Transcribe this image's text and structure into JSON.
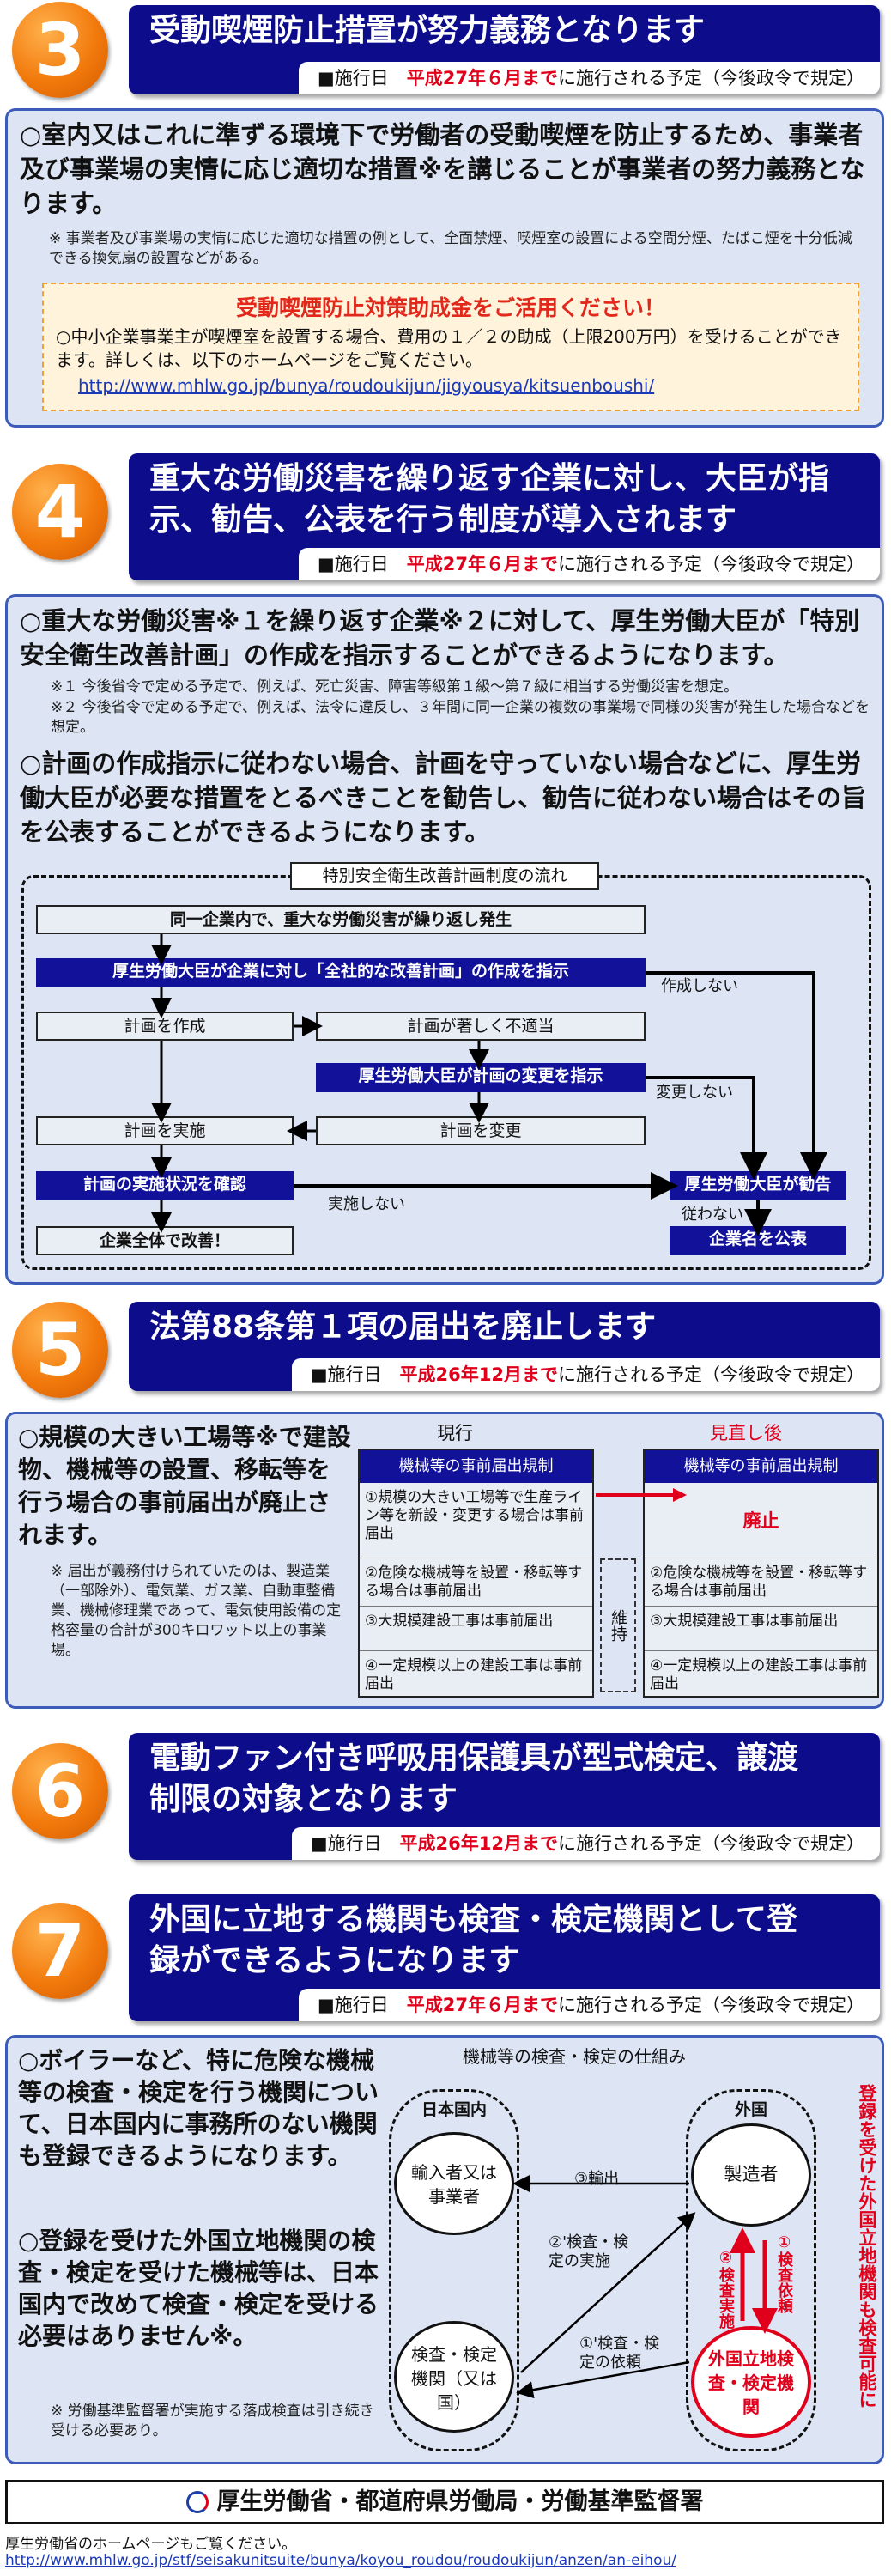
{
  "sec3": {
    "num": "3",
    "title": "受動喫煙防止措置が努力義務となります",
    "sched_pre": "■施行日",
    "sched_date": "平成27年６月まで",
    "sched_post": "に施行される予定（今後政令で規定）",
    "body": "○室内又はこれに準ずる環境下で労働者の受動喫煙を防止するため、事業者及び事業場の実情に応じ適切な措置※を講じることが事業者の努力義務となります。",
    "note": "※ 事業者及び事業場の実情に応じた適切な措置の例として、全面禁煙、喫煙室の設置による空間分煙、たばこ煙を十分低減できる換気扇の設置などがある。",
    "subsidy_title": "受動喫煙防止対策助成金をご活用ください！",
    "subsidy_body": "○中小企業事業主が喫煙室を設置する場合、費用の１／２の助成（上限200万円）を受けることができます。詳しくは、以下のホームページをご覧ください。",
    "subsidy_url": "http://www.mhlw.go.jp/bunya/roudoukijun/jigyousya/kitsuenboushi/"
  },
  "sec4": {
    "num": "4",
    "title": "重大な労働災害を繰り返す企業に対し、大臣が指示、勧告、公表を行う制度が導入されます",
    "sched_pre": "■施行日",
    "sched_date": "平成27年６月まで",
    "sched_post": "に施行される予定（今後政令で規定）",
    "body1": "○重大な労働災害※１を繰り返す企業※２に対して、厚生労働大臣が「特別安全衛生改善計画」の作成を指示することができるようになります。",
    "note1": "※１ 今後省令で定める予定で、例えば、死亡災害、障害等級第１級～第７級に相当する労働災害を想定。",
    "note2": "※２ 今後省令で定める予定で、例えば、法令に違反し、３年間に同一企業の複数の事業場で同様の災害が発生した場合などを想定。",
    "body2": "○計画の作成指示に従わない場合、計画を守っていない場合などに、厚生労働大臣が必要な措置をとるべきことを勧告し、勧告に従わない場合はその旨を公表することができるようになります。",
    "flow": {
      "title": "特別安全衛生改善計画制度の流れ",
      "b1": "同一企業内で、重大な労働災害が繰り返し発生",
      "b2": "厚生労働大臣が企業に対し「全社的な改善計画」の作成を指示",
      "b3": "計画を作成",
      "b4": "計画が著しく不適当",
      "b5": "厚生労働大臣が計画の変更を指示",
      "b6": "計画を実施",
      "b7": "計画を変更",
      "b8": "計画の実施状況を確認",
      "b9": "厚生労働大臣が勧告",
      "b10": "企業全体で改善！",
      "b11": "企業名を公表",
      "l1": "作成しない",
      "l2": "変更しない",
      "l3": "実施しない",
      "l4": "従わない"
    }
  },
  "sec5": {
    "num": "5",
    "title": "法第88条第１項の届出を廃止します",
    "sched_pre": "■施行日",
    "sched_date": "平成26年12月まで",
    "sched_post": "に施行される予定（今後政令で規定）",
    "body": "○規模の大きい工場等※で建設物、機械等の設置、移転等を行う場合の事前届出が廃止されます。",
    "note": "※ 届出が義務付けられていたのは、製造業（一部除外）、電気業、ガス業、自動車整備業、機械修理業であって、電気使用設備の定格容量の合計が300キロワット以上の事業場。",
    "current": "現行",
    "revised": "見直し後",
    "table_head": "機械等の事前届出規制",
    "cur_rows": [
      "①規模の大きい工場等で生産ライン等を新設・変更する場合は事前届出",
      "②危険な機械等を設置・移転等する場合は事前届出",
      "③大規模建設工事は事前届出",
      "④一定規模以上の建設工事は事前届出"
    ],
    "new_rows": [
      "廃止",
      "②危険な機械等を設置・移転等する場合は事前届出",
      "③大規模建設工事は事前届出",
      "④一定規模以上の建設工事は事前届出"
    ],
    "maintain": "維持"
  },
  "sec6": {
    "num": "6",
    "title": "電動ファン付き呼吸用保護具が型式検定、譲渡制限の対象となります",
    "sched_pre": "■施行日",
    "sched_date": "平成26年12月まで",
    "sched_post": "に施行される予定（今後政令で規定）"
  },
  "sec7": {
    "num": "7",
    "title": "外国に立地する機関も検査・検定機関として登録ができるようになります",
    "sched_pre": "■施行日",
    "sched_date": "平成27年６月まで",
    "sched_post": "に施行される予定（今後政令で規定）",
    "body1": "○ボイラーなど、特に危険な機械等の検査・検定を行う機関について、日本国内に事務所のない機関も登録できるようになります。",
    "body2": "○登録を受けた外国立地機関の検査・検定を受けた機械等は、日本国内で改めて検査・検定を受ける必要はありません※。",
    "note": "※ 労働基準監督署が実施する落成検査は引き続き受ける必要あり。",
    "diagram": {
      "title": "機械等の検査・検定の仕組み",
      "domestic": "日本国内",
      "foreign": "外国",
      "importer": "輸入者又は事業者",
      "inspector": "検査・検定機関（又は国）",
      "maker": "製造者",
      "foreign_org": "外国立地検査・検定機関",
      "e3": "③輸出",
      "e2": "②'検査・検定の実施",
      "e1": "①'検査・検定の依頼",
      "r1": "①検査依頼",
      "r2": "②検査実施",
      "side": "登録を受けた外国立地機関も検査可能に"
    }
  },
  "footer": {
    "org": "厚生労働省・都道府県労働局・労働基準監督署",
    "hp": "厚生労働省のホームページもご覧ください。",
    "url": "http://www.mhlw.go.jp/stf/seisakunitsuite/bunya/koyou_roudou/roudoukijun/anzen/an-eihou/"
  }
}
